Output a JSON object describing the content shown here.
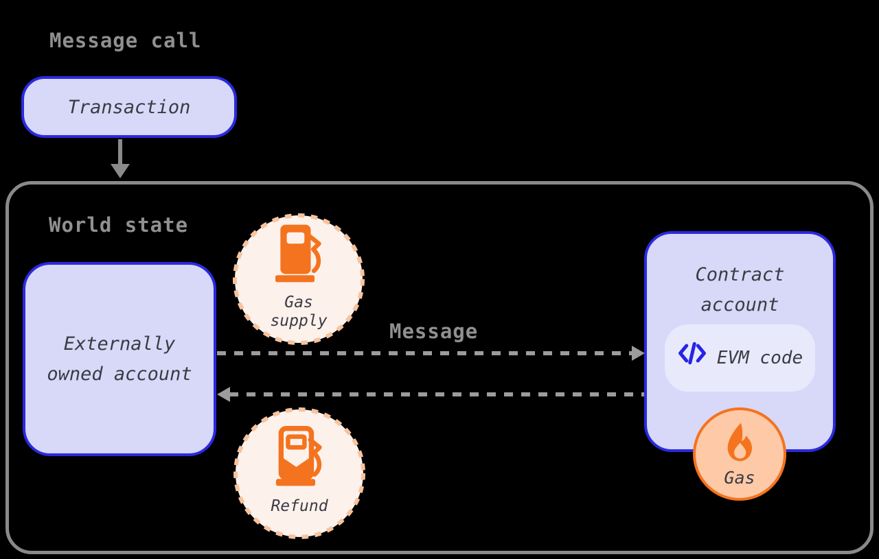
{
  "colors": {
    "background": "#000000",
    "label_gray": "#909090",
    "outline_gray": "#8a8a8a",
    "dash_gray": "#9c9c9c",
    "node_fill": "#d8d8f8",
    "node_border": "#2a2ae0",
    "pill_fill": "#e9e9fc",
    "code_icon_blue": "#2525e6",
    "orange": "#f4731f",
    "peach_circle_fill": "#fdf1ec",
    "peach_dash_border": "#f6c39e",
    "gas_circle_fill": "#fdc9a6",
    "node_text": "#3b3b44"
  },
  "title": {
    "label": "Message call"
  },
  "transaction": {
    "label": "Transaction"
  },
  "world_state": {
    "label": "World state"
  },
  "eoa": {
    "line1": "Externally",
    "line2": "owned account"
  },
  "gas_supply": {
    "line1": "Gas",
    "line2": "supply",
    "icon": "fuel-pump-icon"
  },
  "message_arrow": {
    "label": "Message"
  },
  "refund": {
    "label": "Refund",
    "icon": "fuel-pump-refund-icon"
  },
  "contract": {
    "line1": "Contract",
    "line2": "account"
  },
  "evm": {
    "label": "EVM code",
    "icon": "code-icon"
  },
  "gas": {
    "label": "Gas",
    "icon": "flame-icon"
  }
}
